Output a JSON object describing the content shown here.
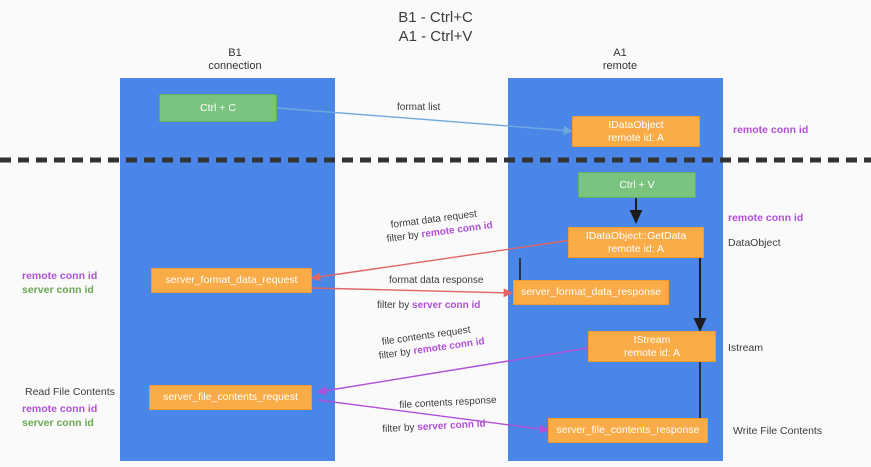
{
  "title": "B1 - Ctrl+C\nA1 - Ctrl+V",
  "lanes": [
    {
      "name": "b1",
      "title": "B1\nconnection"
    },
    {
      "name": "a1",
      "title": "A1\nremote"
    }
  ],
  "nodes": {
    "ctrl_c": {
      "label": "Ctrl + C"
    },
    "idataobject": {
      "line1": "IDataObject",
      "line2": "remote id: A"
    },
    "ctrl_v": {
      "label": "Ctrl + V"
    },
    "getdata": {
      "line1": "IDataObject::GetData",
      "line2": "remote id: A"
    },
    "server_format_data_request": {
      "label": "server_format_data_request"
    },
    "server_format_data_response": {
      "label": "server_format_data_response"
    },
    "istream": {
      "line1": "IStream",
      "line2": "remote id: A"
    },
    "server_file_contents_request": {
      "label": "server_file_contents_request"
    },
    "server_file_contents_response": {
      "label": "server_file_contents_response"
    }
  },
  "edges": {
    "format_list": {
      "text": "format list"
    },
    "format_data_request": {
      "text": "format data request"
    },
    "format_data_request_filter_prefix": {
      "text": "filter by "
    },
    "format_data_request_filter_key": {
      "text": "remote conn id"
    },
    "format_data_response": {
      "text": "format data response"
    },
    "format_data_response_filter_prefix": {
      "text": "filter by "
    },
    "format_data_response_filter_key": {
      "text": "server conn id"
    },
    "file_contents_request": {
      "text": "file contents request"
    },
    "file_contents_request_filter_prefix": {
      "text": "filter by "
    },
    "file_contents_request_filter_key": {
      "text": "remote conn id"
    },
    "file_contents_response": {
      "text": "file contents response"
    },
    "file_contents_response_filter_prefix": {
      "text": "filter by "
    },
    "file_contents_response_filter_key": {
      "text": "server conn id"
    }
  },
  "right_labels": {
    "remote_conn_id_top": "remote conn id",
    "remote_conn_id_mid": "remote conn id",
    "dataobject": "DataObject",
    "istream": "Istream",
    "write_file_contents": "Write File Contents"
  },
  "left_labels": {
    "remote_conn_id": "remote conn id",
    "server_conn_id": "server conn id",
    "read_file_contents": "Read File Contents",
    "remote_conn_id_2": "remote conn id",
    "server_conn_id_2": "server conn id"
  },
  "colors": {
    "lane": "#4a86e8",
    "green_node": "#7bc47f",
    "orange_node": "#f9ab48",
    "remote_key": "#b14fd8",
    "server_key": "#6aa84f",
    "divider": "#333333",
    "arrow_blue": "#6fa8dc",
    "arrow_red": "#e06666",
    "arrow_purple": "#b14fd8",
    "arrow_dark": "#1c1c1c",
    "background": "#fafafa"
  }
}
